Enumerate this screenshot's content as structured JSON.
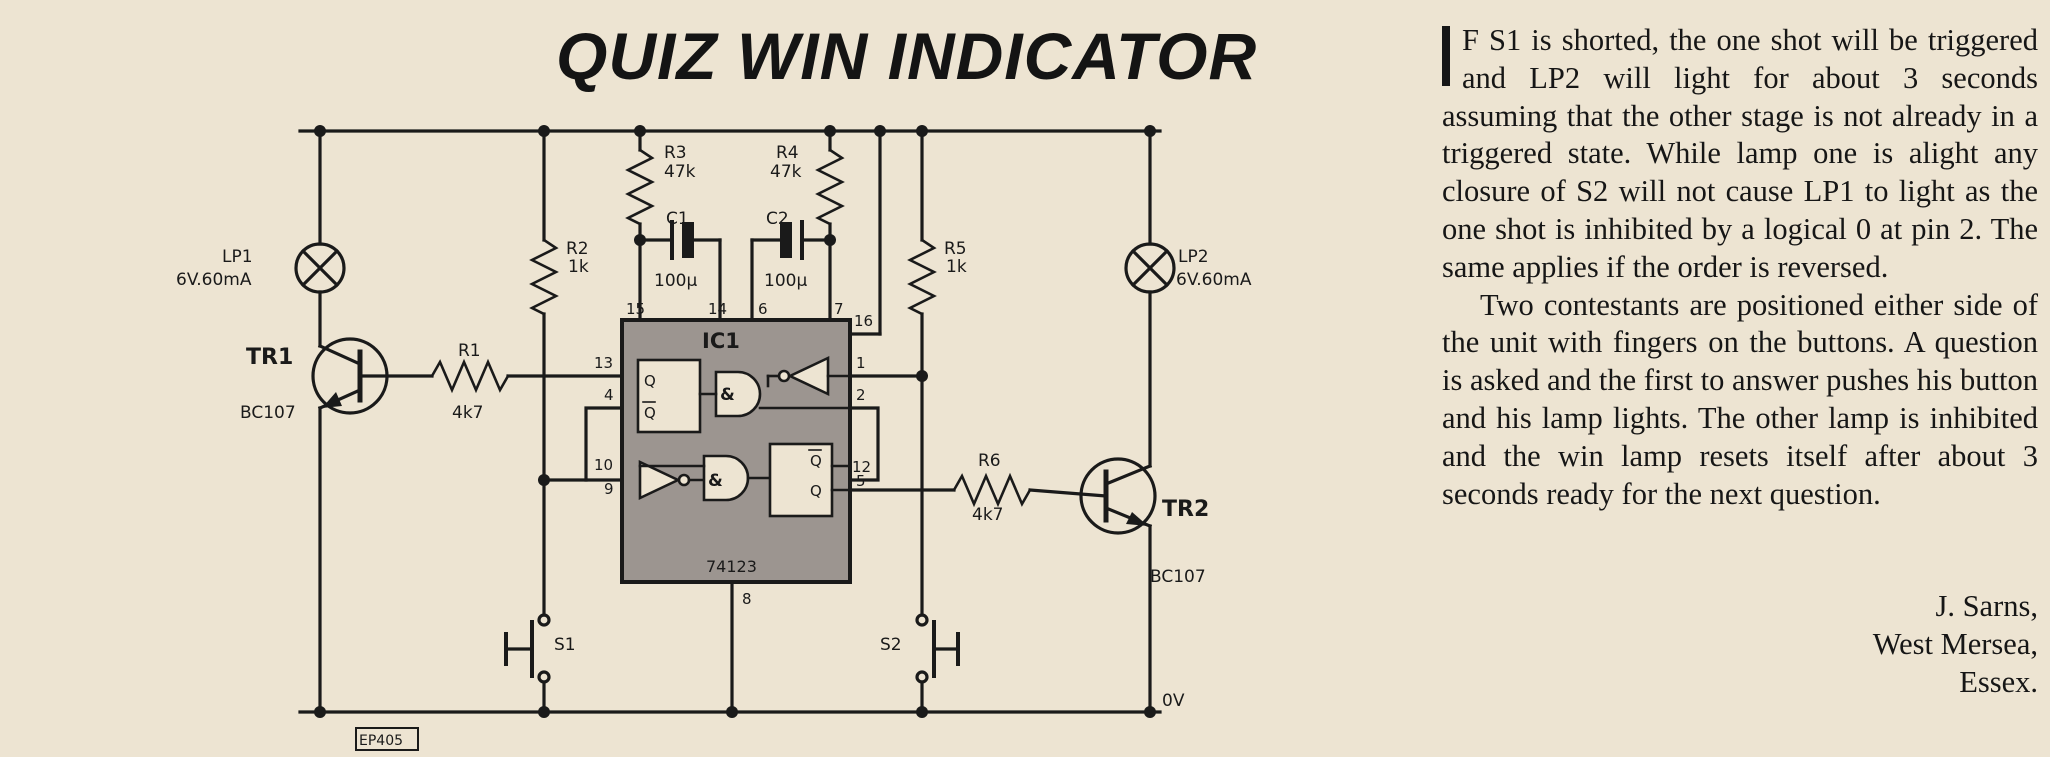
{
  "title": "QUIZ WIN INDICATOR",
  "schematic": {
    "ic": {
      "name": "IC1",
      "part": "74123"
    },
    "pins": [
      "1",
      "2",
      "4",
      "5",
      "6",
      "7",
      "8",
      "9",
      "10",
      "12",
      "13",
      "14",
      "15",
      "16"
    ],
    "gate_symbol": "&",
    "flipflop": {
      "q": "Q",
      "qbar": "Q"
    },
    "components": {
      "lp1": {
        "ref": "LP1",
        "value": "6V.60mA"
      },
      "lp2": {
        "ref": "LP2",
        "value": "6V.60mA"
      },
      "tr1": {
        "ref": "TR1",
        "type": "BC107"
      },
      "tr2": {
        "ref": "TR2",
        "type": "BC107"
      },
      "r1": {
        "ref": "R1",
        "value": "4k7"
      },
      "r2": {
        "ref": "R2",
        "value": "1k"
      },
      "r3": {
        "ref": "R3",
        "value": "47k"
      },
      "r4": {
        "ref": "R4",
        "value": "47k"
      },
      "r5": {
        "ref": "R5",
        "value": "1k"
      },
      "r6": {
        "ref": "R6",
        "value": "4k7"
      },
      "c1": {
        "ref": "C1",
        "value": "100µ"
      },
      "c2": {
        "ref": "C2",
        "value": "100µ"
      },
      "s1": {
        "ref": "S1"
      },
      "s2": {
        "ref": "S2"
      }
    },
    "ground_label": "0V",
    "figure_ref": "EP405"
  },
  "article": {
    "dropcap": "I",
    "paragraph1": "F S1 is shorted, the one shot will be triggered and LP2 will light for about 3 seconds assuming that the other stage is not already in a triggered state. While lamp one is alight any closure of S2 will not cause LP1 to light as the one shot is inhibited by a logical 0 at pin 2. The same applies if the order is reversed.",
    "paragraph2": "Two contestants are positioned either side of the unit with fingers on the buttons. A question is asked and the first to answer pushes his button and his lamp lights. The other lamp is inhibited and the win lamp resets itself after about 3 seconds ready for the next question."
  },
  "signature": {
    "name": "J. Sarns,",
    "town": "West Mersea,",
    "county": "Essex."
  }
}
